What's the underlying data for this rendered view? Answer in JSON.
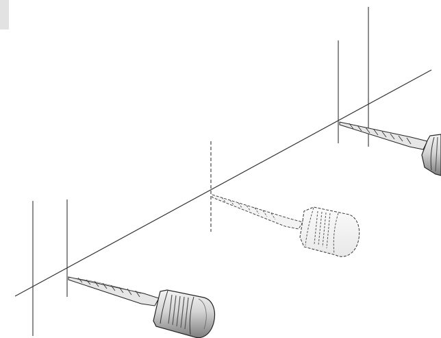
{
  "illustration": {
    "subject": "drill-bit-alignment-along-diagonal-line",
    "drills": [
      {
        "id": "left",
        "style": "solid"
      },
      {
        "id": "middle",
        "style": "dashed-ghost"
      },
      {
        "id": "right",
        "style": "solid"
      }
    ],
    "colors": {
      "line": "#333333",
      "chuck_fill": "#d9d9d9",
      "chuck_dark": "#8a8a8a",
      "bit_fill": "#e6e6e6",
      "tab": "#e2e2e2"
    }
  }
}
